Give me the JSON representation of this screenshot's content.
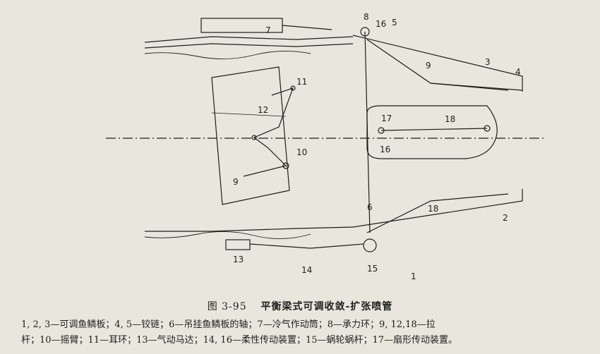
{
  "figure": {
    "number": "图 3-95",
    "title": "平衡梁式可调收敛-扩张喷管",
    "callouts": [
      "1",
      "2",
      "3",
      "4",
      "5",
      "6",
      "7",
      "8",
      "9",
      "10",
      "11",
      "12",
      "13",
      "14",
      "15",
      "16",
      "16",
      "17",
      "18",
      "18",
      "9"
    ]
  },
  "legend": {
    "line1": "1, 2, 3—可调鱼鳞板；4, 5—铰链；6—吊挂鱼鳞板的轴；7—冷气作动筒；8—承力环；9, 12,18—拉",
    "line2": "杆；10—摇臂；11—耳环；13—气动马达；14, 16—柔性传动装置；15—蜗轮蜗杆；17—扇形传动装置。"
  },
  "colors": {
    "ink": "#1d1d1b",
    "paper": "#e9e7dd"
  }
}
